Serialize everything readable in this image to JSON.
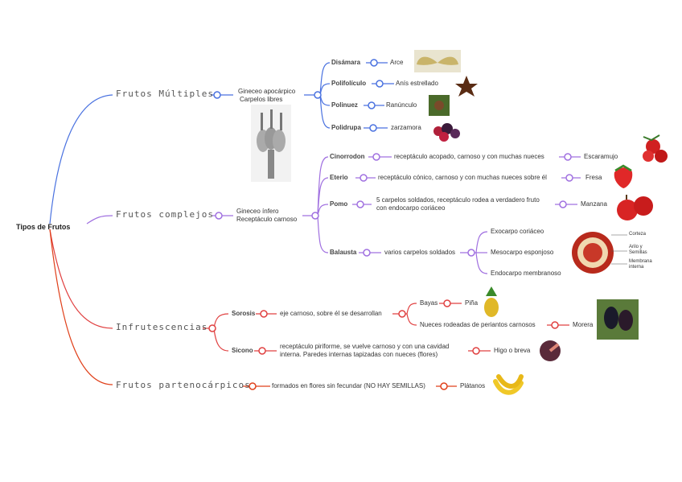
{
  "root": "Tipos de Frutos",
  "colors": {
    "blue": "#4a72e0",
    "purple": "#a070e0",
    "red": "#e04040",
    "orange": "#e0401a"
  },
  "multiples": {
    "title": "Frutos Múltiples",
    "gineceo_1": "Gineceo apocárpico",
    "gineceo_2": "Carpelos libres",
    "items": [
      {
        "name": "Disámara",
        "example": "Arce"
      },
      {
        "name": "Polifolículo",
        "example": "Anís estrellado"
      },
      {
        "name": "Polinuez",
        "example": "Ranúnculo"
      },
      {
        "name": "Polidrupa",
        "example": "zarzamora"
      }
    ]
  },
  "complejos": {
    "title": "Frutos complejos",
    "gineceo_1": "Gineceo ínfero",
    "gineceo_2": "Receptáculo carnoso",
    "cinorrodon": {
      "name": "Cinorrodon",
      "desc": "receptáculo acopado, carnoso y con muchas nueces",
      "example": "Escaramujo"
    },
    "eterio": {
      "name": "Eterio",
      "desc": "receptáculo cónico, carnoso y con muchas nueces sobre él",
      "example": "Fresa"
    },
    "pomo": {
      "name": "Pomo",
      "desc_1": "5 carpelos soldados, receptáculo rodea a verdadero fruto",
      "desc_2": "con endocarpo coriáceo",
      "example": "Manzana"
    },
    "balausta": {
      "name": "Balausta",
      "desc": "varios carpelos soldados",
      "parts": [
        "Exocarpo coriáceo",
        "Mesocarpo esponjoso",
        "Endocarpo membranoso"
      ],
      "labels": [
        "Corteza",
        "Arilo y Semillas",
        "Membrana interna"
      ]
    }
  },
  "infrutescencias": {
    "title": "Infrutescencias",
    "sorosis": {
      "name": "Sorosis",
      "desc": "eje carnoso, sobre él se desarrollan",
      "bayas": "Bayas",
      "bayas_example": "Piña",
      "nueces": "Nueces rodeadas de periantos carnosos",
      "nueces_example": "Morera"
    },
    "sicono": {
      "name": "Sicono",
      "desc_1": "receptáculo piriforme, se vuelve carnoso y con una cavidad",
      "desc_2": "interna. Paredes internas tapizadas con nueces (flores)",
      "example": "Higo o breva"
    }
  },
  "partenocarpicos": {
    "title": "Frutos partenocárpicos",
    "desc": "formados en flores sin fecundar (NO HAY SEMILLAS)",
    "example": "Plátanos"
  }
}
